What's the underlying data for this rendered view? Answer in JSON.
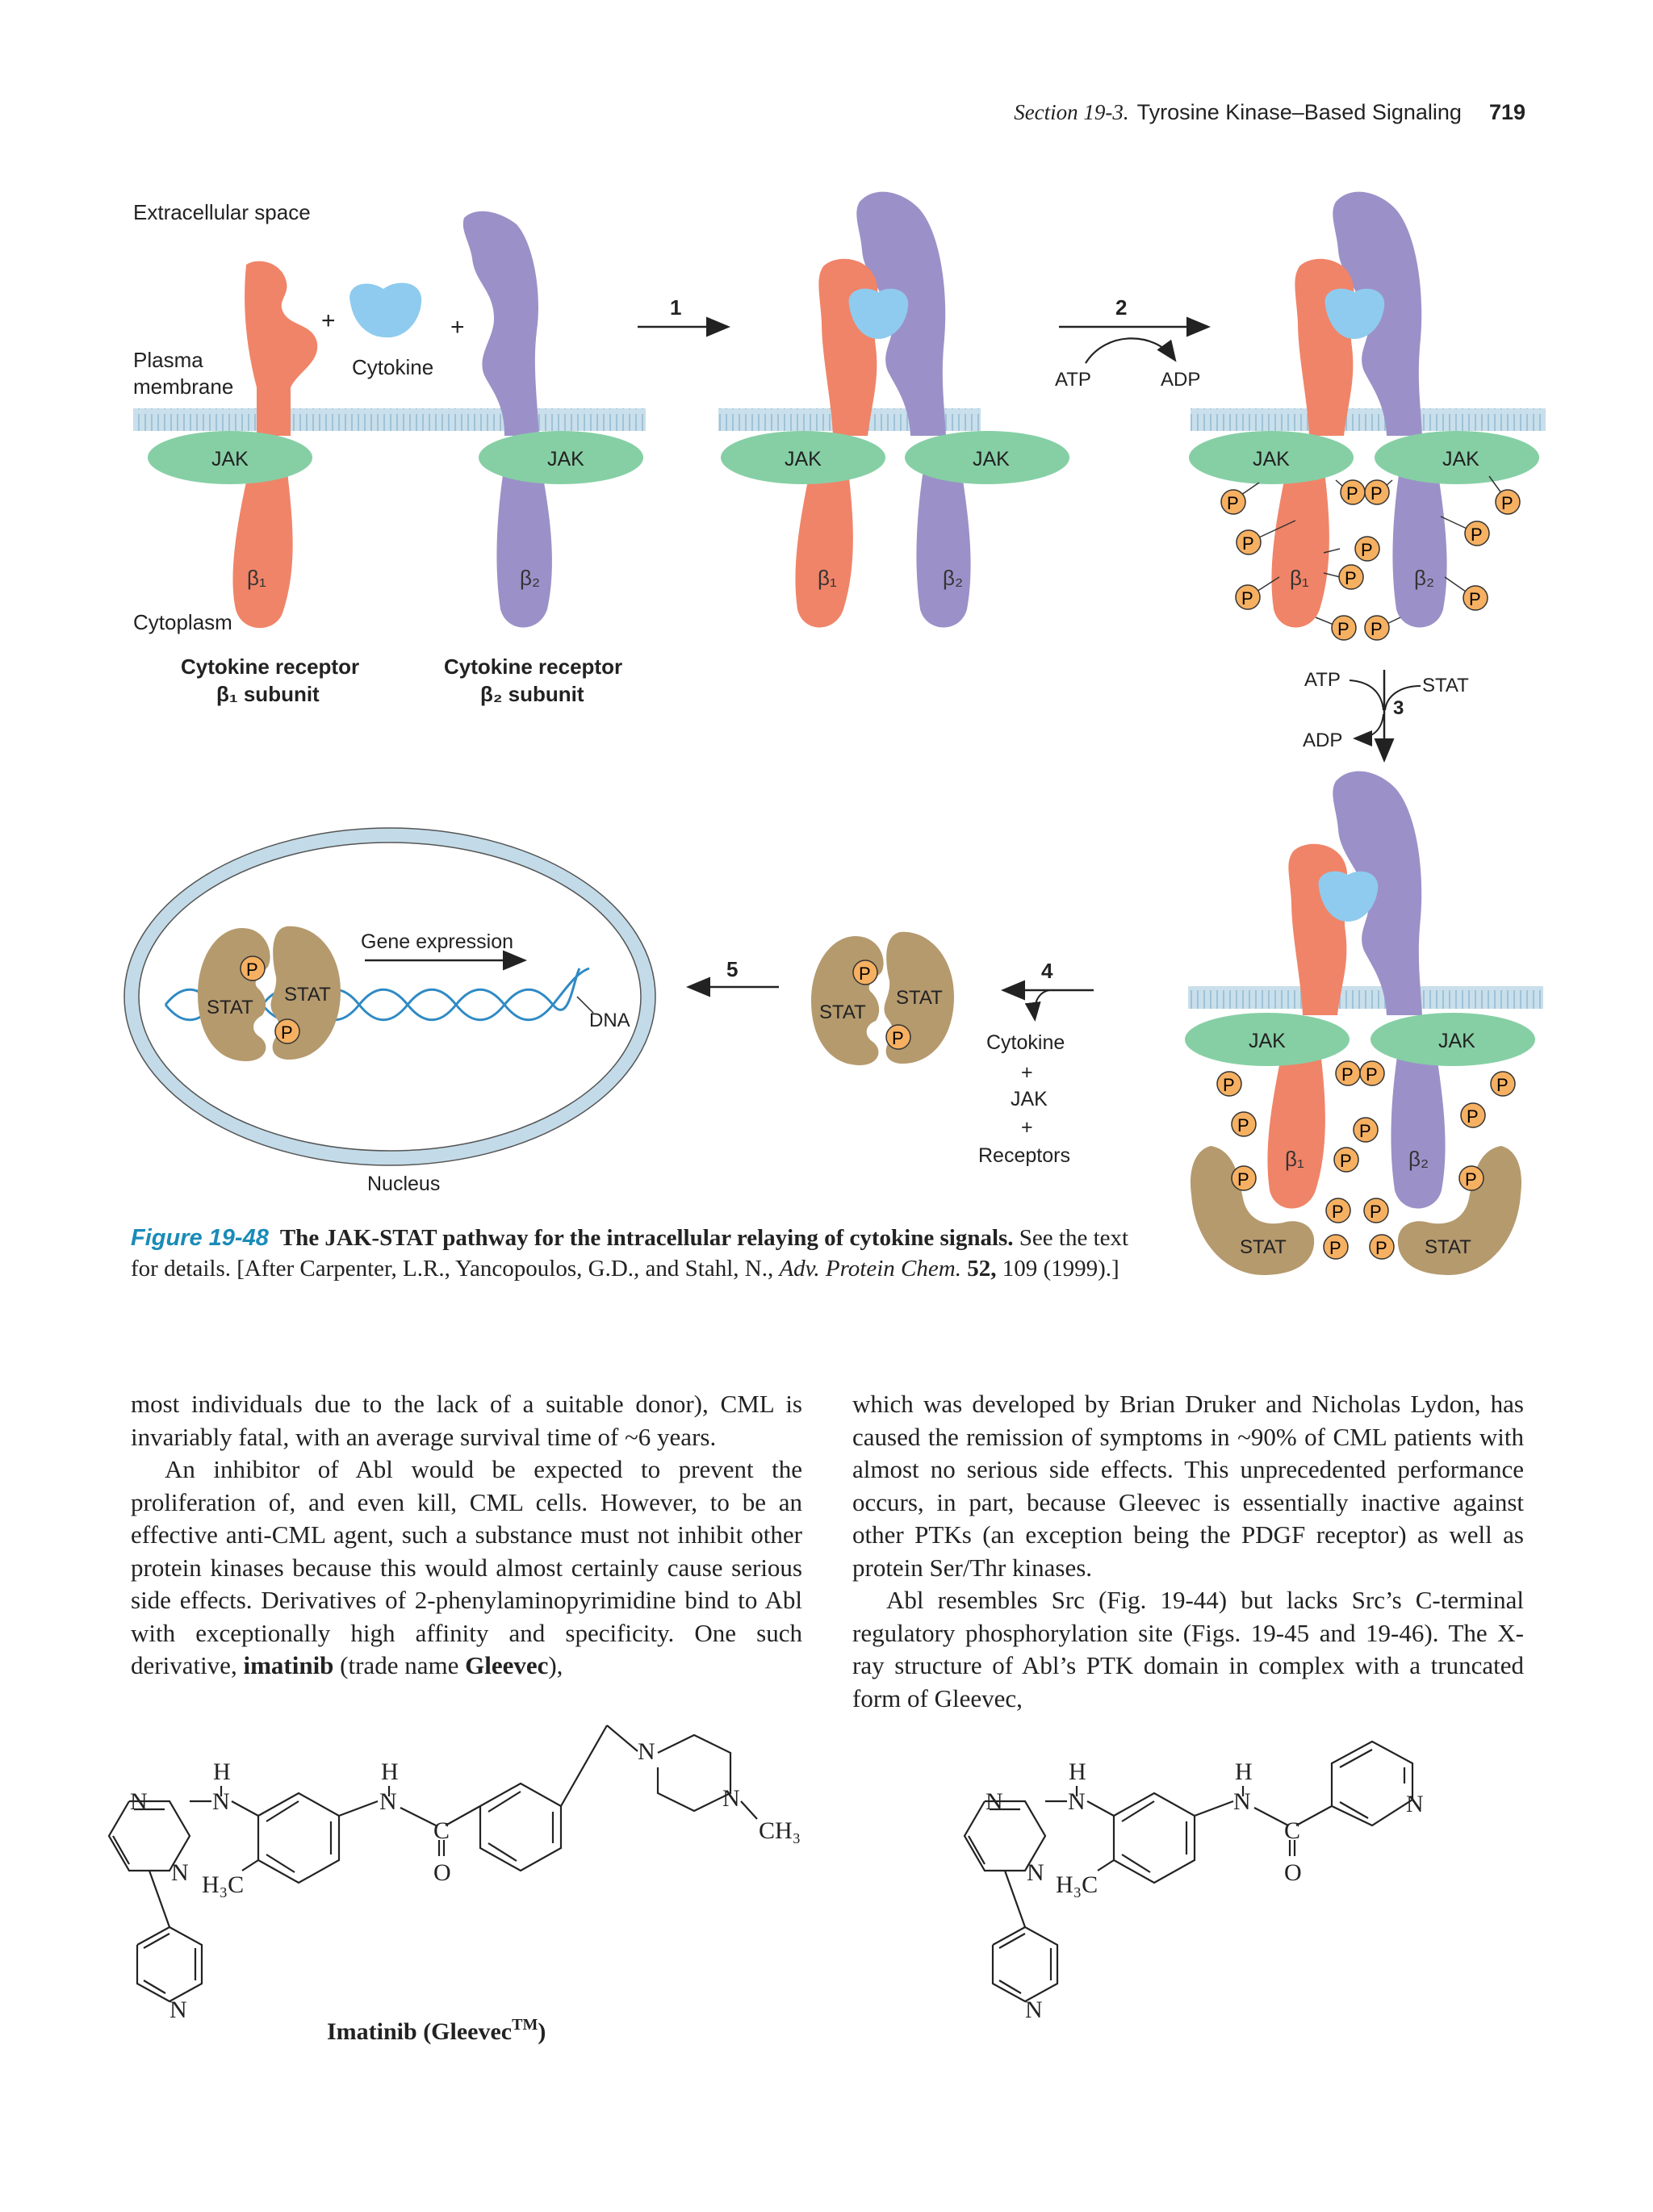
{
  "running_head": {
    "section": "Section 19-3.",
    "title": "Tyrosine Kinase–Based Signaling",
    "page": "719"
  },
  "figure": {
    "labels": {
      "extracellular": "Extracellular space",
      "plasma": "Plasma",
      "membrane": "membrane",
      "cytokine": "Cytokine",
      "cytoplasm": "Cytoplasm",
      "receptor_b1_line1": "Cytokine receptor",
      "receptor_b1_line2": "β₁ subunit",
      "receptor_b2_line1": "Cytokine receptor",
      "receptor_b2_line2": "β₂ subunit",
      "jak": "JAK",
      "stat": "STAT",
      "p": "P",
      "beta1": "β₁",
      "beta2": "β₂",
      "plus": "+",
      "atp": "ATP",
      "adp": "ADP",
      "step1": "1",
      "step2": "2",
      "step3": "3",
      "step4": "4",
      "step5": "5",
      "stat_in": "STAT",
      "gene_expression": "Gene expression",
      "dna": "DNA",
      "nucleus": "Nucleus",
      "release_1": "Cytokine",
      "release_2": "+",
      "release_3": "JAK",
      "release_4": "+",
      "release_5": "Receptors"
    },
    "colors": {
      "beta1": "#f08468",
      "beta2": "#9b91c8",
      "cytokine": "#8fcbee",
      "jak": "#86cfa5",
      "stat": "#b59a6e",
      "phosphate": "#f6b061",
      "membrane": "#b8d6e6",
      "nucleus": "#c3dbe8",
      "dna": "#2f8ac4",
      "accent": "#1a8bb8"
    }
  },
  "caption": {
    "number": "Figure 19-48",
    "title": "The JAK-STAT pathway for the intracellular relaying of cytokine signals.",
    "text1": "See the text for details. [After Carpenter, L.R., Yancopoulos, G.D., and Stahl, N., ",
    "journal": "Adv. Protein Chem.",
    "volume": "52,",
    "text2": " 109 (1999).]"
  },
  "body": {
    "left_p1": "most individuals due to the lack of a suitable donor), CML is invariably fatal, with an average survival time of ~6 years.",
    "left_p2a": "An inhibitor of Abl would be expected to prevent the proliferation of, and even kill, CML cells. However, to be an effective anti-CML agent, such a substance must not inhibit other protein kinases because this would almost certainly cause serious side effects. Derivatives of 2-phenylaminopyrimidine bind to Abl with exceptionally high affinity and specificity. One such derivative, ",
    "left_bold1": "imatinib",
    "left_p2b": " (trade name ",
    "left_bold2": "Gleevec",
    "left_p2c": "),",
    "right_p1": "which was developed by Brian Druker and Nicholas Lydon, has caused the remission of symptoms in ~90% of CML patients with almost no serious side effects. This unprecedented performance occurs, in part, because Gleevec is essentially inactive against other PTKs (an exception being the PDGF receptor) as well as protein Ser/Thr kinases.",
    "right_p2": "Abl resembles Src (Fig. 19-44) but lacks Src’s C-terminal regulatory phosphorylation site (Figs. 19-45 and 19-46). The X-ray structure of Abl’s PTK domain in complex with a truncated form of Gleevec,"
  },
  "chem": {
    "atom_h": "H",
    "atom_n": "N",
    "atom_c": "C",
    "atom_o": "O",
    "ch3": "CH₃",
    "h3c": "H₃C",
    "name_main": "Imatinib (Gleevec",
    "name_tm": "TM",
    "name_close": ")"
  }
}
